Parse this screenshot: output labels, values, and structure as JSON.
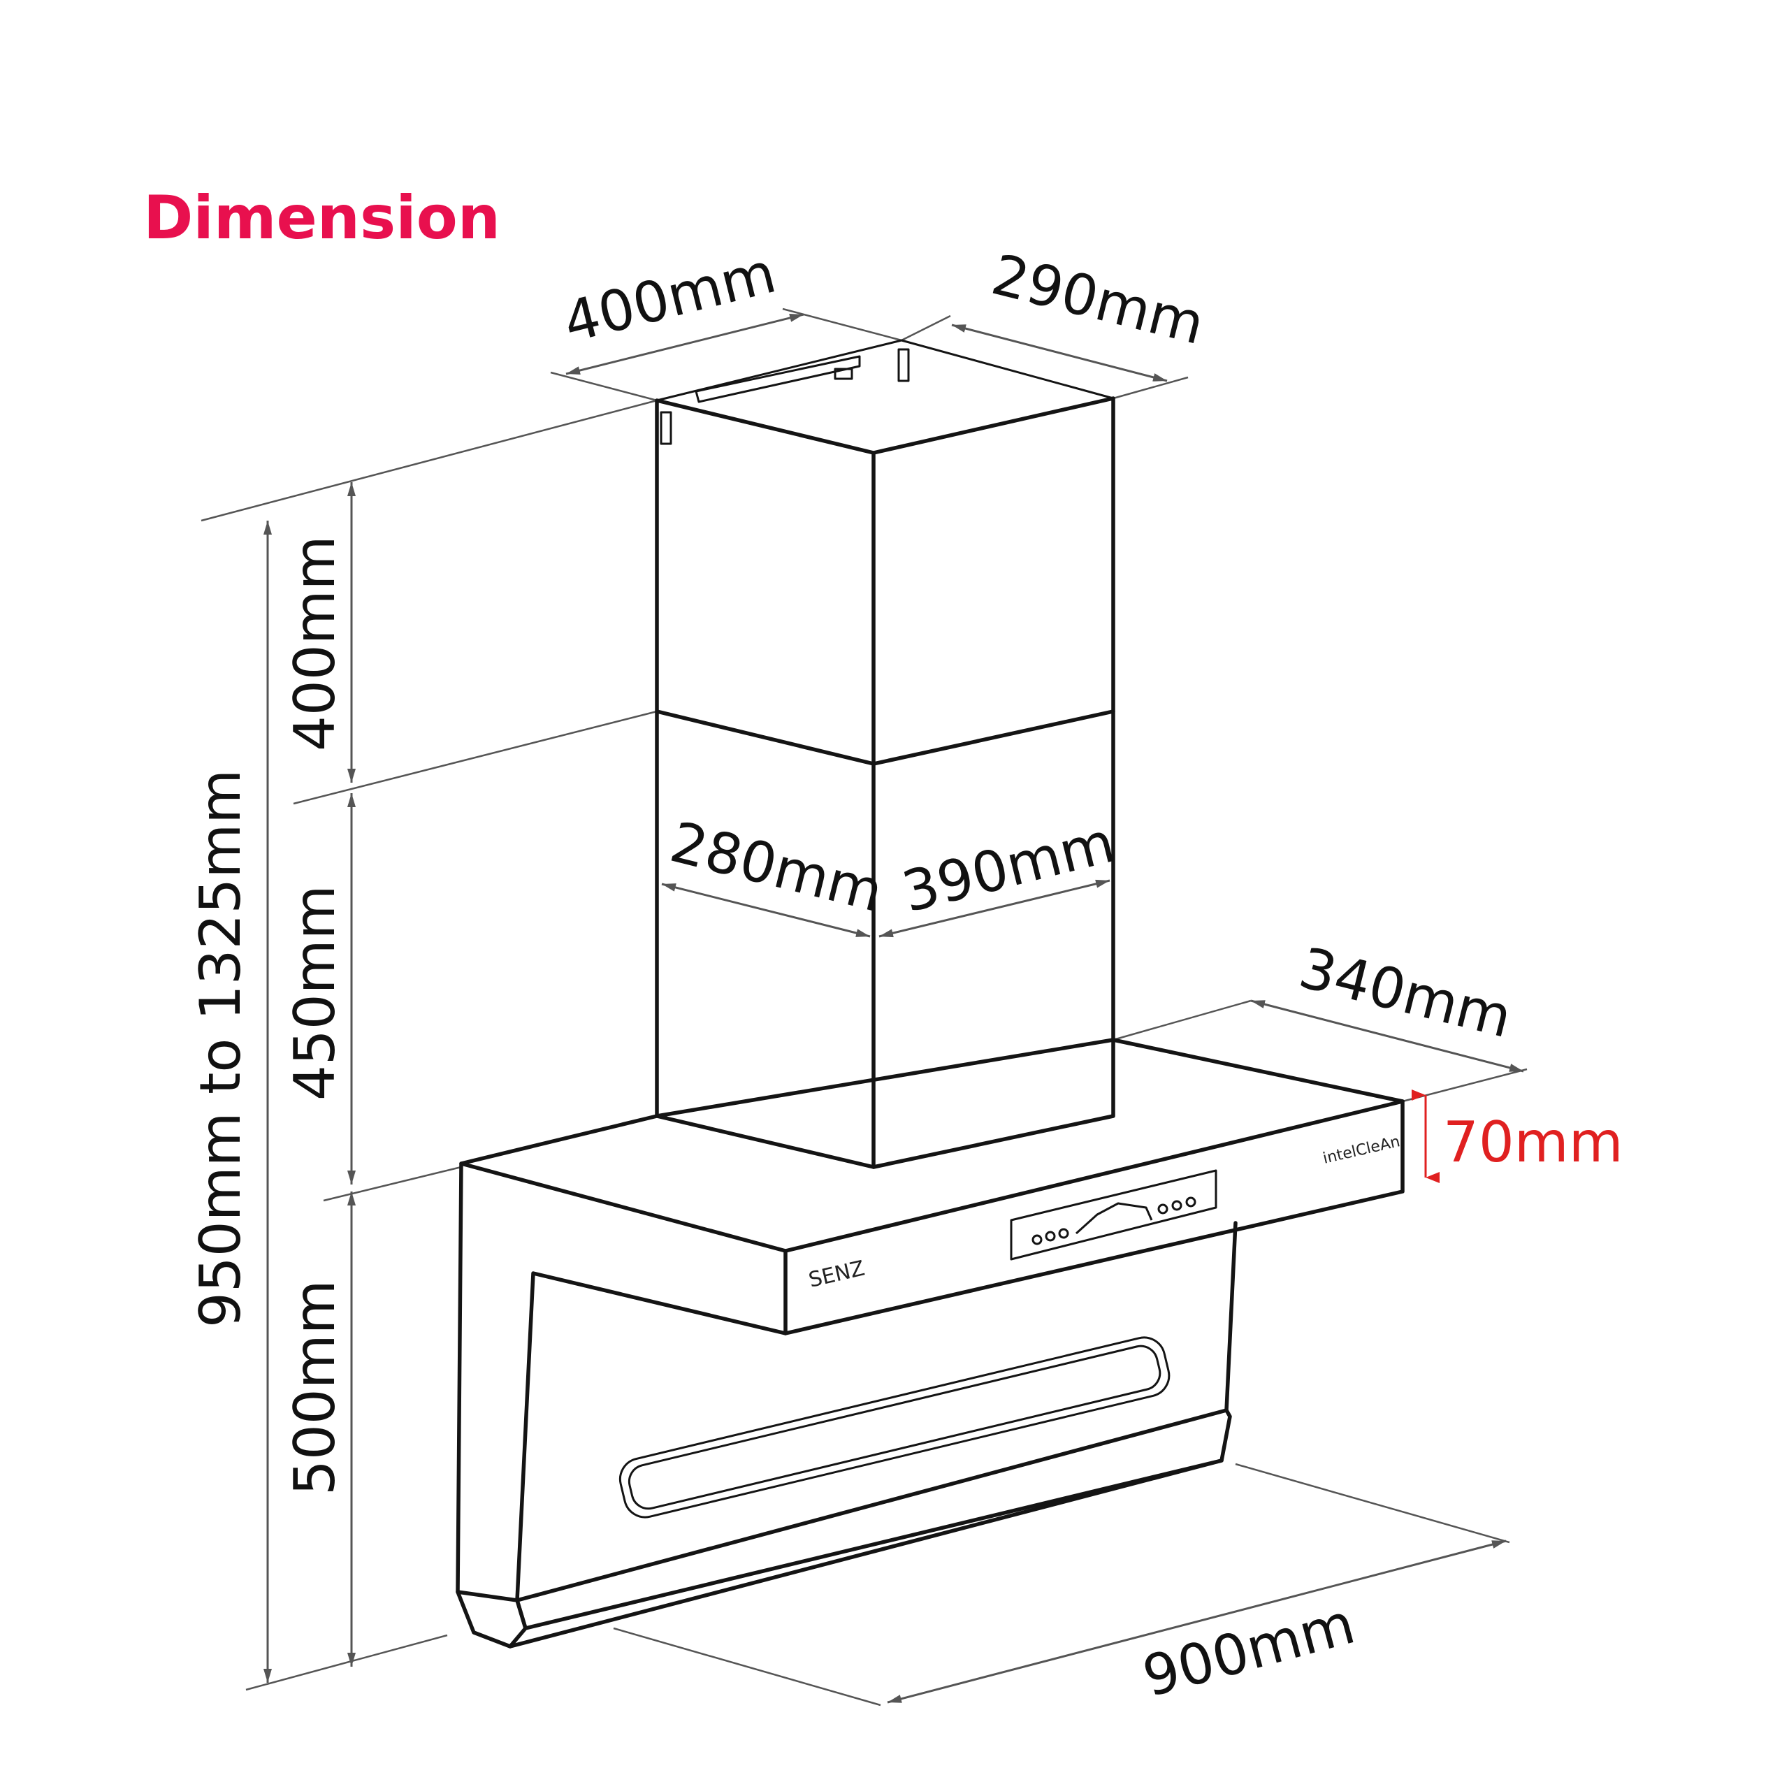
{
  "title": "Dimension",
  "colors": {
    "title": "#e8104e",
    "accent_dimension": "#e02020",
    "lines": "#141414",
    "dimension_lines": "#555555"
  },
  "dimensions": {
    "chimney_top_width": "400mm",
    "chimney_top_depth": "290mm",
    "upper_chimney_height": "400mm",
    "lower_chimney_height": "450mm",
    "overall_height": "950mm to 1325mm",
    "lower_chimney_depth": "280mm",
    "lower_chimney_width": "390mm",
    "hood_depth": "340mm",
    "hood_thickness": "70mm",
    "body_height": "500mm",
    "hood_width": "900mm"
  },
  "product_labels": {
    "brand": "SENZ",
    "feature": "intelCleAn"
  },
  "control_icons": [
    "minus-icon",
    "speed-down-icon",
    "gauge-icon",
    "light-icon",
    "clock-icon",
    "power-icon"
  ]
}
